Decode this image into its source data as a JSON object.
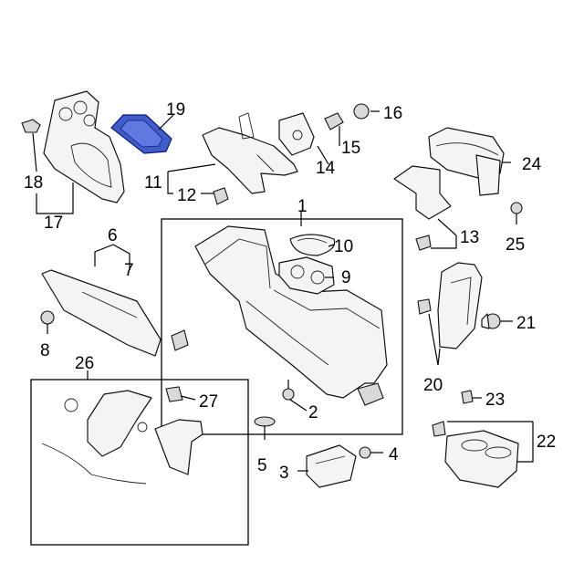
{
  "diagram": {
    "callouts": [
      {
        "id": "1",
        "label": "1"
      },
      {
        "id": "2",
        "label": "2"
      },
      {
        "id": "3",
        "label": "3"
      },
      {
        "id": "4",
        "label": "4"
      },
      {
        "id": "5",
        "label": "5"
      },
      {
        "id": "6",
        "label": "6"
      },
      {
        "id": "7",
        "label": "7"
      },
      {
        "id": "8",
        "label": "8"
      },
      {
        "id": "9",
        "label": "9"
      },
      {
        "id": "10",
        "label": "10"
      },
      {
        "id": "11",
        "label": "11"
      },
      {
        "id": "12",
        "label": "12"
      },
      {
        "id": "13",
        "label": "13"
      },
      {
        "id": "14",
        "label": "14"
      },
      {
        "id": "15",
        "label": "15"
      },
      {
        "id": "16",
        "label": "16"
      },
      {
        "id": "17",
        "label": "17"
      },
      {
        "id": "18",
        "label": "18"
      },
      {
        "id": "19",
        "label": "19"
      },
      {
        "id": "20",
        "label": "20"
      },
      {
        "id": "21",
        "label": "21"
      },
      {
        "id": "22",
        "label": "22"
      },
      {
        "id": "23",
        "label": "23"
      },
      {
        "id": "24",
        "label": "24"
      },
      {
        "id": "25",
        "label": "25"
      },
      {
        "id": "26",
        "label": "26"
      },
      {
        "id": "27",
        "label": "27"
      }
    ],
    "highlighted_part": "19",
    "highlight_color": "#1f3fbf"
  }
}
